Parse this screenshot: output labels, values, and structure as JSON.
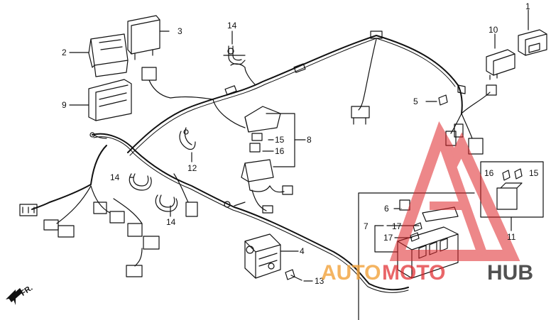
{
  "diagram": {
    "callouts": [
      "1",
      "2",
      "3",
      "4",
      "5",
      "6",
      "7",
      "8",
      "9",
      "10",
      "11",
      "12",
      "13",
      "14",
      "14",
      "14",
      "15",
      "15",
      "16",
      "16",
      "17",
      "17"
    ],
    "direction_label": "FR.",
    "watermark": {
      "text_part1": "AUTO",
      "text_part2": "MOTO",
      "text_part3": "HUB",
      "color_red": "#e0262a",
      "color_orange": "#f2a23a",
      "color_dark": "#333333"
    }
  }
}
